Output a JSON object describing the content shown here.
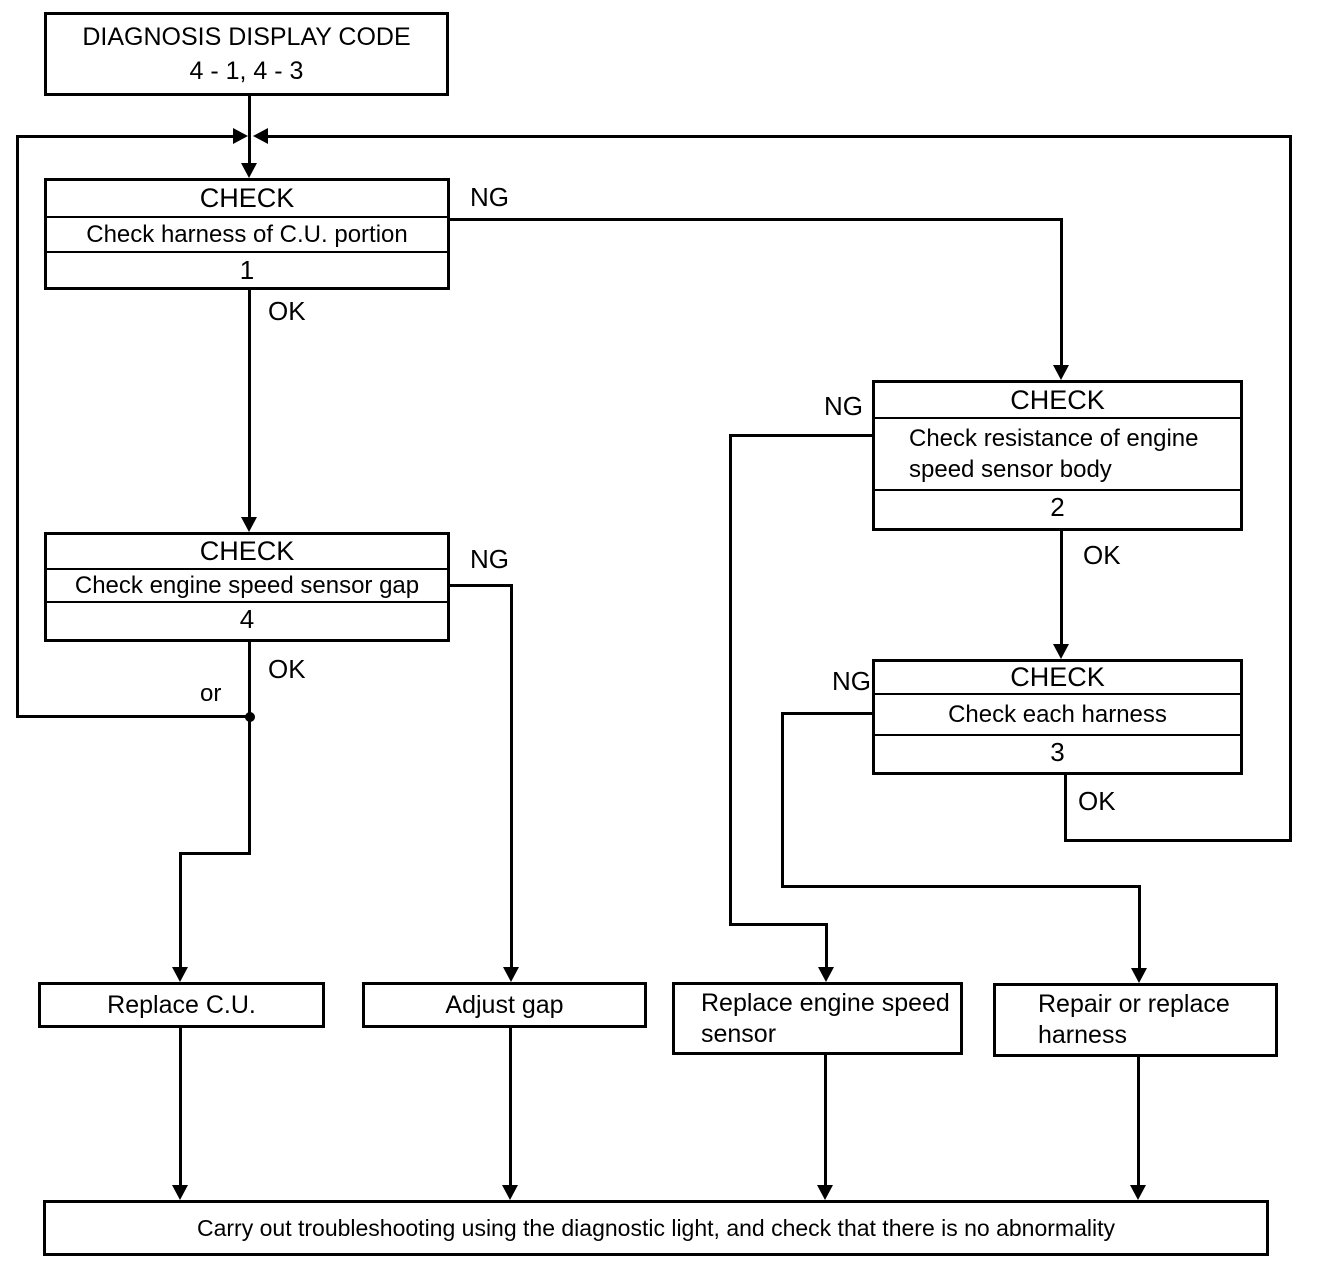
{
  "colors": {
    "background": "#ffffff",
    "line": "#000000"
  },
  "start": {
    "title": "DIAGNOSIS DISPLAY CODE",
    "code": "4 - 1, 4 - 3"
  },
  "labels": {
    "ng": "NG",
    "ok": "OK",
    "or": "or"
  },
  "checks": [
    {
      "title": "CHECK",
      "desc": "Check harness of C.U. portion",
      "num": "1"
    },
    {
      "title": "CHECK",
      "desc": "Check resistance of engine speed sensor body",
      "num": "2"
    },
    {
      "title": "CHECK",
      "desc": "Check each harness",
      "num": "3"
    },
    {
      "title": "CHECK",
      "desc": "Check engine speed sensor gap",
      "num": "4"
    }
  ],
  "actions": {
    "replace_cu": "Replace C.U.",
    "adjust_gap": "Adjust gap",
    "replace_sensor": "Replace engine speed sensor",
    "repair_harness": "Repair or replace harness"
  },
  "final_instruction": "Carry out troubleshooting using the diagnostic light, and check that there is no abnormality",
  "icons": {
    "arrowhead_down": "css-triangle-down",
    "arrowhead_left": "css-triangle-left",
    "arrowhead_right": "css-triangle-right",
    "junction_dot": "css-filled-circle"
  }
}
